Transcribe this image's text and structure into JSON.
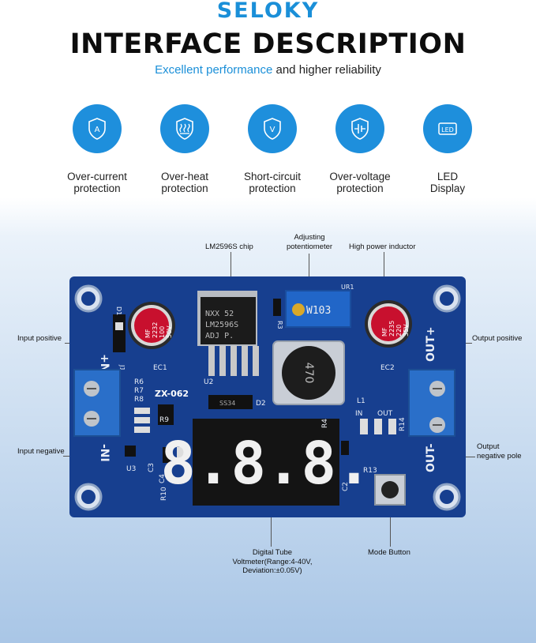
{
  "brand": "SELOKY",
  "title": "INTERFACE DESCRIPTION",
  "subtitle": {
    "highlight": "Excellent performance",
    "rest": " and higher reliability"
  },
  "colors": {
    "accent": "#1a8fd8",
    "icon_circle": "#1e8fdc",
    "pcb": "#173f8f"
  },
  "features": [
    {
      "icon": "shield-a-icon",
      "line1": "Over-current",
      "line2": "protection"
    },
    {
      "icon": "heat-icon",
      "line1": "Over-heat",
      "line2": "protection"
    },
    {
      "icon": "shield-v-icon",
      "line1": "Short-circuit",
      "line2": "protection"
    },
    {
      "icon": "voltage-shield-icon",
      "line1": "Over-voltage",
      "line2": "protection"
    },
    {
      "icon": "led-icon",
      "line1": "LED",
      "line2": "Display",
      "icon_text": "LED"
    }
  ],
  "callouts": {
    "chip": "LM2596S chip",
    "pot_line1": "Adjusting",
    "pot_line2": "potentiometer",
    "inductor": "High power inductor",
    "input_positive": "Input positive",
    "output_positive": "Output positive",
    "input_negative": "Input negative",
    "output_neg_line1": "Output",
    "output_neg_line2": "negative pole",
    "voltmeter_line1": "Digital Tube",
    "voltmeter_line2": "Voltmeter(Range:4-40V,",
    "voltmeter_line3": "Deviation:±0.05V)",
    "mode_button": "Mode Button"
  },
  "board": {
    "in_plus": "+NI",
    "in_minus": "-NI",
    "out_plus": "OUT+",
    "out_minus": "OUT-",
    "cap1": [
      "MF",
      "2232",
      "100",
      "50V"
    ],
    "cap2": [
      "MF",
      "2235",
      "220",
      "35V"
    ],
    "ec1": "EC1",
    "ec2": "EC2",
    "chip_text": [
      "NXX 52",
      "LM2596S",
      "ADJ P."
    ],
    "pot_text": "W103",
    "inductor_text": "470",
    "model": "ZX-062",
    "display": "8.8.8.",
    "in_label": "IN",
    "out_label": "OUT",
    "d1": "D1",
    "j1": "J1",
    "u1": "UR1",
    "u2": "U2",
    "u3": "U3",
    "d2": "D2",
    "l1": "L1",
    "r3": "R3",
    "r4": "R4",
    "r9": "R9",
    "r10": "R10",
    "r13": "R13",
    "r14": "R14",
    "r678": [
      "R6",
      "R7",
      "R8"
    ],
    "c3": "C3",
    "c4": "C4",
    "c2": "C2",
    "diode_text": "SS34"
  }
}
